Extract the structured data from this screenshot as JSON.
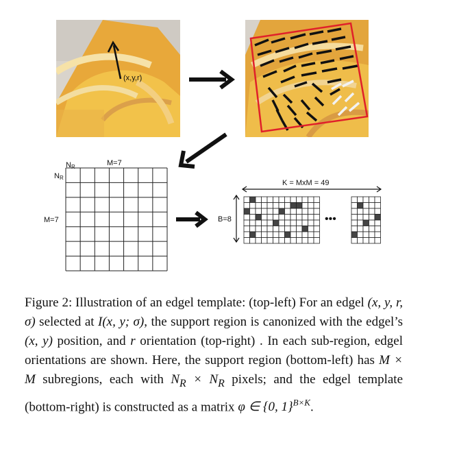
{
  "figure": {
    "input_point_label": "(x,y,r)",
    "grid_nr_top": "N",
    "grid_nr_top_sub": "R",
    "grid_nr_left": "N",
    "grid_nr_left_sub": "R",
    "grid_m_top": "M=7",
    "grid_m_left": "M=7",
    "template_k_label": "K = MxM = 49",
    "template_b_label": "B=8",
    "template_ellipsis": "•••",
    "colors": {
      "arrow": "#111111",
      "outline": "#e0202a",
      "edgel_dark": "#111111",
      "edgel_light": "#f2f2f2",
      "grid_line": "#222222",
      "filled_cell": "#444444"
    }
  },
  "caption": {
    "lead": "Figure 2: Illustration of an edgel template: (top-left) For an edgel ",
    "m1": "(x, y, r, σ)",
    "t2": " selected at ",
    "m2": "I(x, y; σ)",
    "t3": ", the support region is canonized with the edgel’s ",
    "m3": "(x, y)",
    "t4": " position, and ",
    "m4": "r",
    "t5": " orientation (top-right) . In each sub-region, edgel orientations are shown. Here, the support region (bottom-left) has ",
    "m5": "M × M",
    "t6": " subregions, each with ",
    "m6": "N",
    "m6_sub": "R",
    "m6b": " × N",
    "m6b_sub": "R",
    "t7": " pixels; and the edgel template (bottom-right) is constructed as a matrix ",
    "m7": "φ ∈ {0, 1}",
    "m7_sup": "B×K",
    "t8": "."
  }
}
